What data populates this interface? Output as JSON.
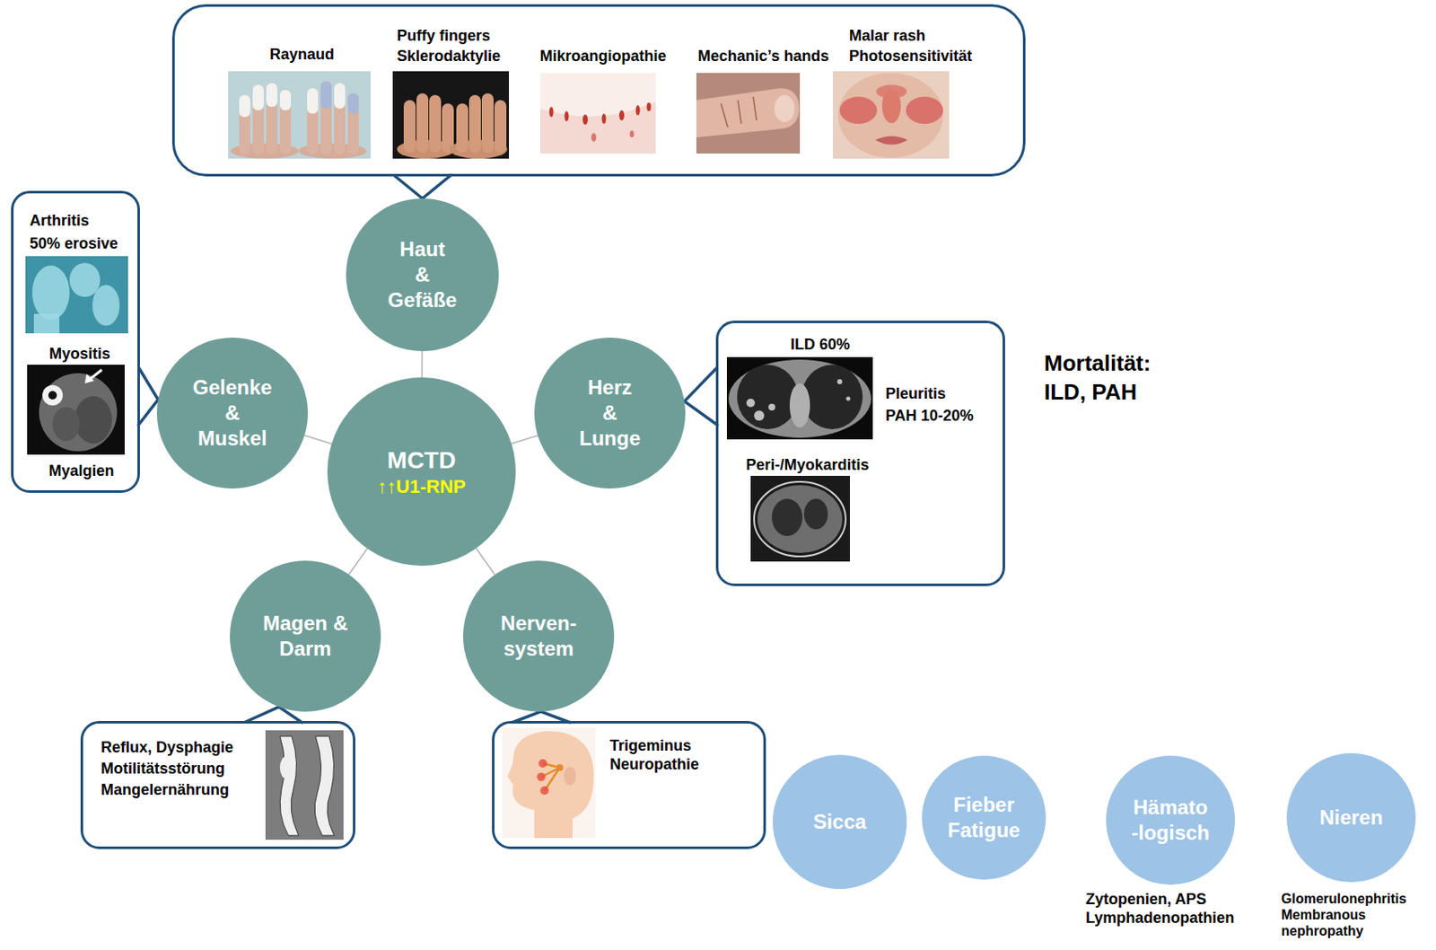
{
  "diagram": {
    "nodes": [
      {
        "text": [
          "Raynaud",
          "Puffy fingers",
          "Sklerodaktylie",
          "Mikroangiopathie",
          "Mechanic’s hands",
          "Malar rash",
          "Photosensitivität"
        ]
      },
      {
        "text": [
          "Haut & Gefäße"
        ]
      },
      {
        "text": [
          "Arthritis",
          "50% erosive",
          "Myositis",
          "Myalgien"
        ]
      },
      {
        "text": [
          "Gelenke & Muskel"
        ]
      },
      {
        "text": [
          "MCTD",
          "↑↑U1-RNP"
        ]
      },
      {
        "text": [
          "Herz & Lunge"
        ]
      },
      {
        "text": [
          "ILD 60%",
          "Pleuritis",
          "PAH 10-20%",
          "Peri-/Myokarditis"
        ]
      },
      {
        "text": [
          "Magen & Darm"
        ]
      },
      {
        "text": [
          "Nerven- system"
        ]
      },
      {
        "text": [
          "Reflux, Dysphagie",
          "Motilitätsstörung",
          "Mangelernährung"
        ]
      },
      {
        "text": [
          "Trigeminus Neuropathie"
        ]
      },
      {
        "text": [
          "Sicca"
        ]
      },
      {
        "text": [
          "Fieber Fatigue"
        ]
      },
      {
        "text": [
          "Hämato -logisch",
          "Zytopenien, APS Lymphadenopathien"
        ]
      },
      {
        "text": [
          "Nieren",
          "Glomerulonephritis Membranous nephropathy"
        ]
      }
    ],
    "edges": [
      {
        "from": 4,
        "to": 1,
        "arrow": "none"
      },
      {
        "from": 4,
        "to": 3,
        "arrow": "none"
      },
      {
        "from": 4,
        "to": 5,
        "arrow": "none"
      },
      {
        "from": 4,
        "to": 7,
        "arrow": "none"
      },
      {
        "from": 4,
        "to": 8,
        "arrow": "none"
      },
      {
        "from": 0,
        "to": 1,
        "arrow": "none"
      },
      {
        "from": 2,
        "to": 3,
        "arrow": "none"
      },
      {
        "from": 6,
        "to": 5,
        "arrow": "none"
      },
      {
        "from": 9,
        "to": 7,
        "arrow": "none"
      },
      {
        "from": 10,
        "to": 8,
        "arrow": "none"
      }
    ],
    "labels": [
      "Mortalität: ILD, PAH"
    ]
  }
}
